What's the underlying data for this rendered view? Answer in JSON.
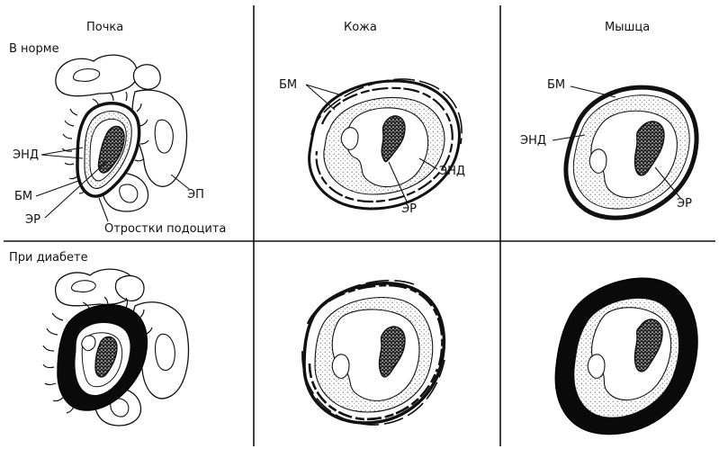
{
  "columns": {
    "kidney": "Почка",
    "skin": "Кожа",
    "muscle": "Мышца"
  },
  "rows": {
    "normal": "В норме",
    "diabetes": "При диабете"
  },
  "labels": {
    "kidney_end": "ЭНД",
    "kidney_bm": "БМ",
    "kidney_er": "ЭР",
    "kidney_ep": "ЭП",
    "kidney_podocyte": "Отростки подоцита",
    "skin_bm": "БМ",
    "skin_end": "ЭНД",
    "skin_er": "ЭР",
    "muscle_bm": "БМ",
    "muscle_end": "ЭНД",
    "muscle_er": "ЭР"
  }
}
